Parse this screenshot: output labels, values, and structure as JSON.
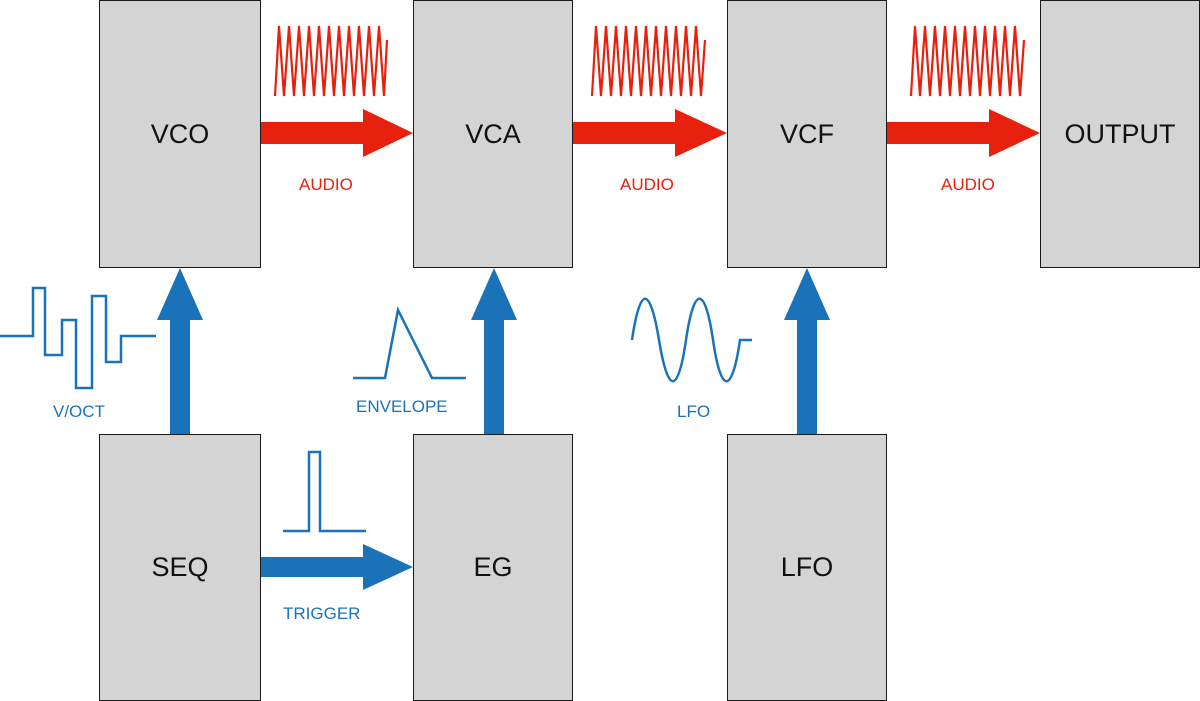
{
  "blocks": {
    "vco": "VCO",
    "vca": "VCA",
    "vcf": "VCF",
    "output": "OUTPUT",
    "seq": "SEQ",
    "eg": "EG",
    "lfo": "LFO"
  },
  "signals": {
    "audio_1": "AUDIO",
    "audio_2": "AUDIO",
    "audio_3": "AUDIO",
    "voct": "V/OCT",
    "trigger": "TRIGGER",
    "envelope": "ENVELOPE",
    "lfo": "LFO"
  },
  "colors": {
    "audio": "#e8200e",
    "control": "#1a73b8",
    "block_fill": "#d4d4d4",
    "block_border": "#1a1a1a"
  }
}
